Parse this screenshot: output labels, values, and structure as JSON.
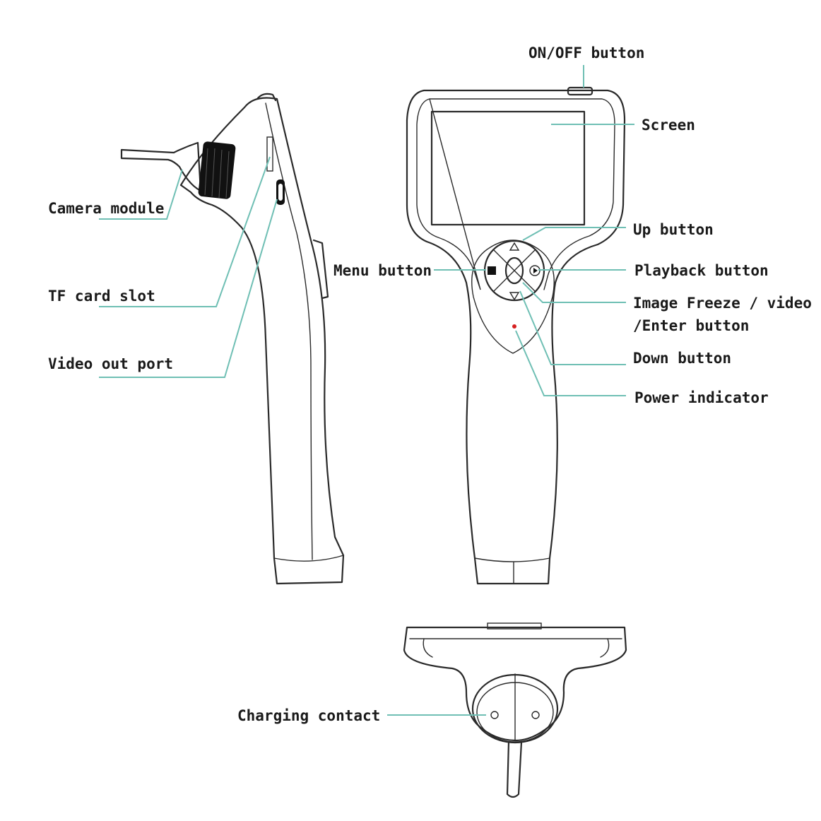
{
  "labels": {
    "on_off": "ON/OFF button",
    "screen": "Screen",
    "up": "Up button",
    "playback": "Playback button",
    "freeze_line1": "Image Freeze / video",
    "freeze_line2": "/Enter button",
    "down": "Down button",
    "power_indicator": "Power indicator",
    "menu": "Menu button",
    "camera": "Camera module",
    "tf_card": "TF card slot",
    "video_out": "Video out port",
    "charging": "Charging contact"
  },
  "colors": {
    "outline": "#2a2a2a",
    "leader": "#6fbfb4",
    "indicator": "#d62020"
  }
}
